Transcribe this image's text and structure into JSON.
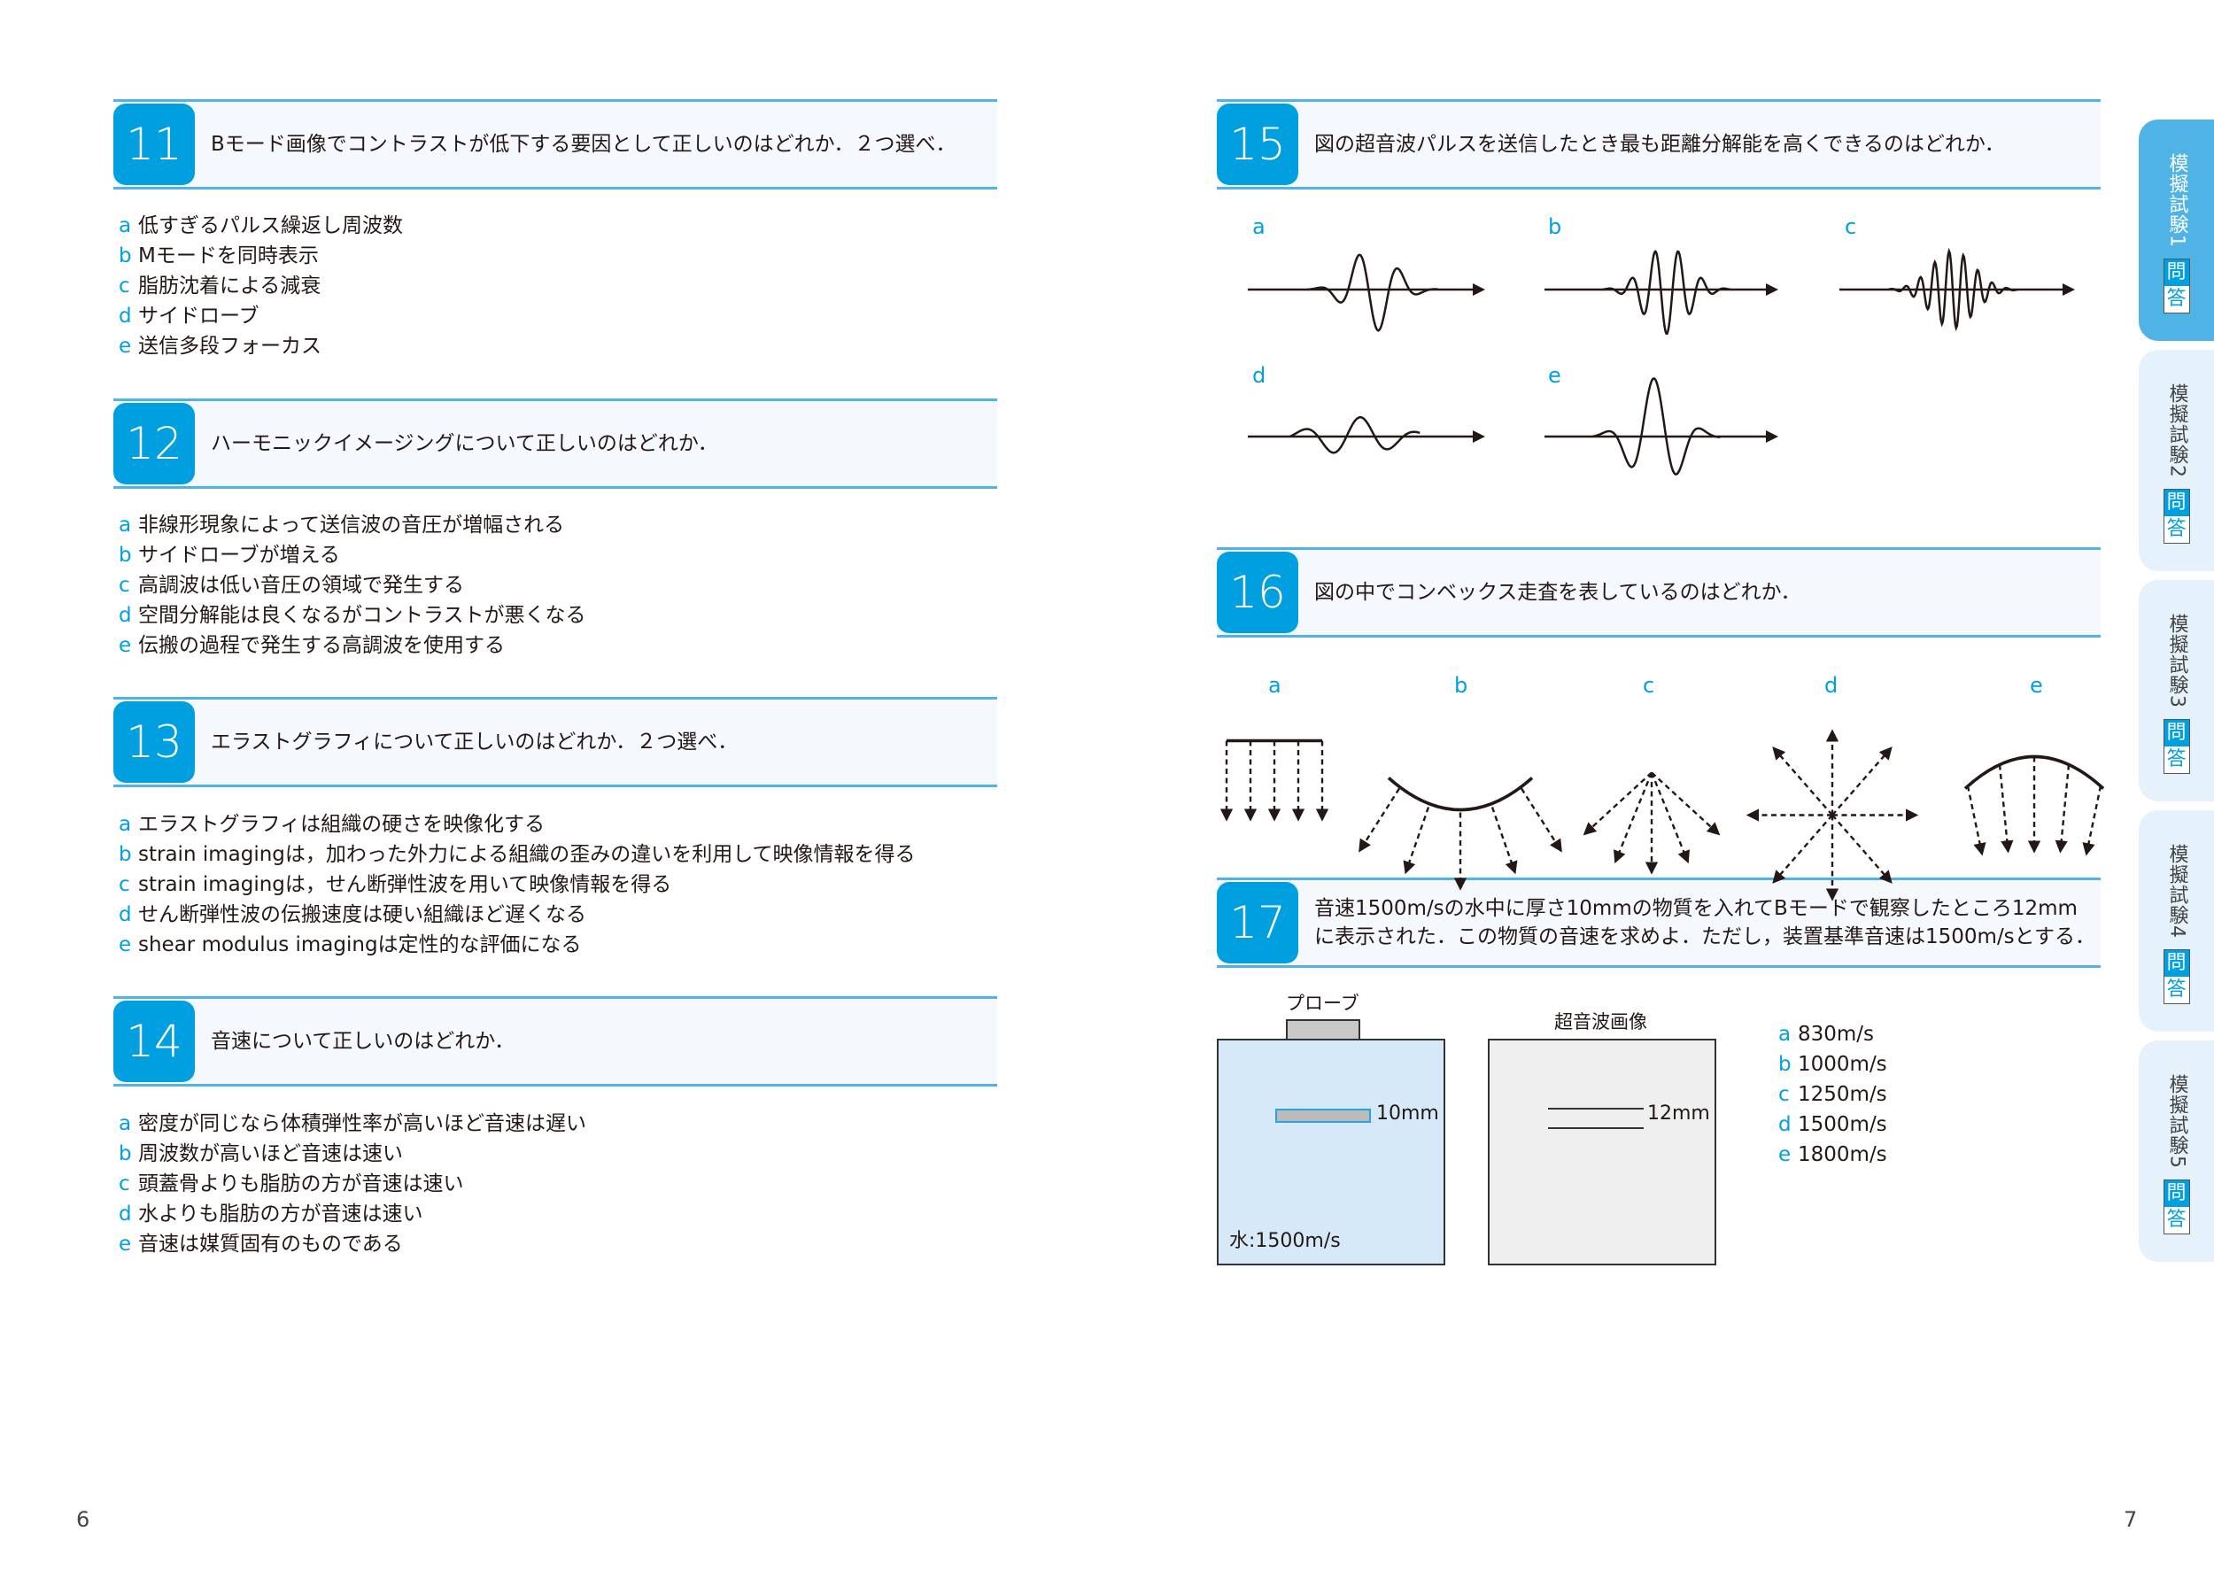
{
  "pages": {
    "left": "6",
    "right": "7"
  },
  "questions": [
    {
      "num": "11",
      "text": "Bモード画像でコントラストが低下する要因として正しいのはどれか．２つ選べ．",
      "options": [
        {
          "l": "a",
          "t": "低すぎるパルス繰返し周波数"
        },
        {
          "l": "b",
          "t": "Mモードを同時表示"
        },
        {
          "l": "c",
          "t": "脂肪沈着による減衰"
        },
        {
          "l": "d",
          "t": "サイドローブ"
        },
        {
          "l": "e",
          "t": "送信多段フォーカス"
        }
      ]
    },
    {
      "num": "12",
      "text": "ハーモニックイメージングについて正しいのはどれか．",
      "options": [
        {
          "l": "a",
          "t": "非線形現象によって送信波の音圧が増幅される"
        },
        {
          "l": "b",
          "t": "サイドローブが増える"
        },
        {
          "l": "c",
          "t": "高調波は低い音圧の領域で発生する"
        },
        {
          "l": "d",
          "t": "空間分解能は良くなるがコントラストが悪くなる"
        },
        {
          "l": "e",
          "t": "伝搬の過程で発生する高調波を使用する"
        }
      ]
    },
    {
      "num": "13",
      "text": "エラストグラフィについて正しいのはどれか．２つ選べ．",
      "options": [
        {
          "l": "a",
          "t": "エラストグラフィは組織の硬さを映像化する"
        },
        {
          "l": "b",
          "t": "strain imagingは，加わった外力による組織の歪みの違いを利用して映像情報を得る"
        },
        {
          "l": "c",
          "t": "strain imagingは，せん断弾性波を用いて映像情報を得る"
        },
        {
          "l": "d",
          "t": "せん断弾性波の伝搬速度は硬い組織ほど遅くなる"
        },
        {
          "l": "e",
          "t": "shear modulus imagingは定性的な評価になる"
        }
      ]
    },
    {
      "num": "14",
      "text": "音速について正しいのはどれか．",
      "options": [
        {
          "l": "a",
          "t": "密度が同じなら体積弾性率が高いほど音速は遅い"
        },
        {
          "l": "b",
          "t": "周波数が高いほど音速は速い"
        },
        {
          "l": "c",
          "t": "頭蓋骨よりも脂肪の方が音速は速い"
        },
        {
          "l": "d",
          "t": "水よりも脂肪の方が音速は速い"
        },
        {
          "l": "e",
          "t": "音速は媒質固有のものである"
        }
      ]
    },
    {
      "num": "15",
      "text": "図の超音波パルスを送信したとき最も距離分解能を高くできるのはどれか．",
      "labels": [
        "a",
        "b",
        "c",
        "d",
        "e"
      ]
    },
    {
      "num": "16",
      "text": "図の中でコンベックス走査を表しているのはどれか．",
      "labels": [
        "a",
        "b",
        "c",
        "d",
        "e"
      ]
    },
    {
      "num": "17",
      "text": "音速1500m/sの水中に厚さ10mmの物質を入れてBモードで観察したところ12mmに表示された．この物質の音速を求めよ．ただし，装置基準音速は1500m/sとする．",
      "figure": {
        "probe": "プローブ",
        "image_title": "超音波画像",
        "thickness": "10mm",
        "displayed": "12mm",
        "water": "水:1500m/s"
      },
      "options": [
        {
          "l": "a",
          "t": "830m/s"
        },
        {
          "l": "b",
          "t": "1000m/s"
        },
        {
          "l": "c",
          "t": "1250m/s"
        },
        {
          "l": "d",
          "t": "1500m/s"
        },
        {
          "l": "e",
          "t": "1800m/s"
        }
      ]
    }
  ],
  "tabs": [
    {
      "label": "模擬試験1",
      "q": "問",
      "a": "答",
      "active": true
    },
    {
      "label": "模擬試験2",
      "q": "問",
      "a": "答"
    },
    {
      "label": "模擬試験3",
      "q": "問",
      "a": "答"
    },
    {
      "label": "模擬試験4",
      "q": "問",
      "a": "答"
    },
    {
      "label": "模擬試験5",
      "q": "問",
      "a": "答"
    }
  ],
  "colors": {
    "accent": "#00a0e0",
    "rule": "#4fb3e6",
    "tab_active": "#4fb3e6",
    "tab": "#e6f2fb"
  }
}
